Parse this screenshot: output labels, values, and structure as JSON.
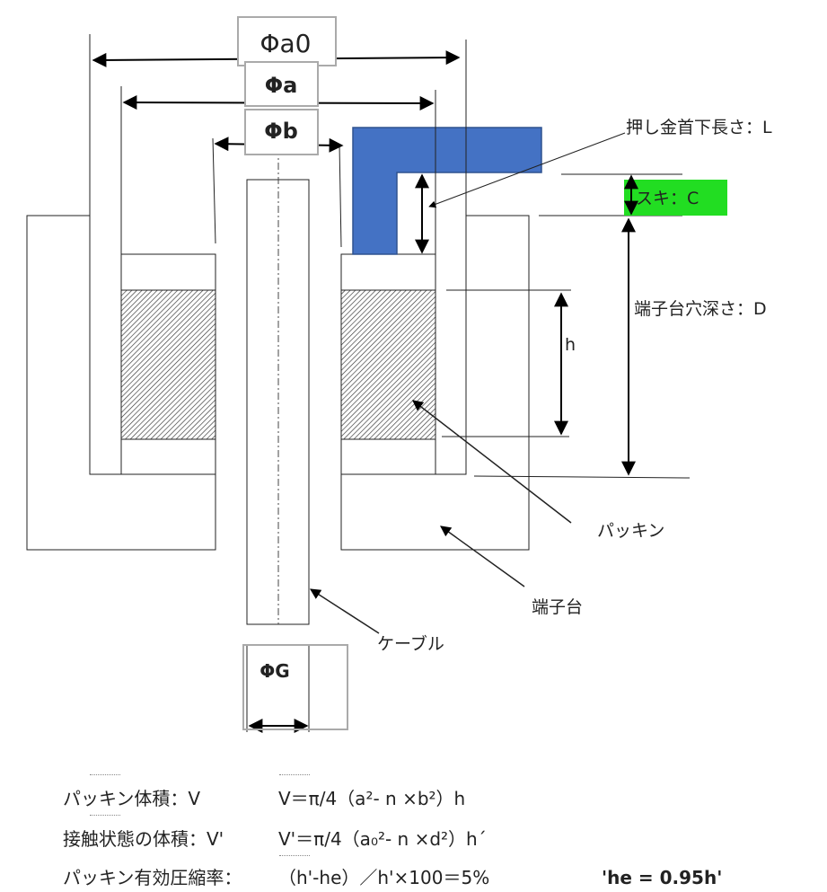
{
  "labels": {
    "phi_a0": "Φa0",
    "phi_a": "Φa",
    "phi_b": "Φb",
    "phi_g": "ΦG",
    "pressing_neck": "押し金首下長さ：L",
    "clearance": "スキ：C",
    "hole_depth": "端子台穴深さ：D",
    "h": "h",
    "packing": "パッキン",
    "terminal_block": "端子台",
    "cable": "ケーブル"
  },
  "formulas": {
    "line1_label": "パッキン体積：V",
    "line1_eq": "V＝π/4（a²- n ×b²）h",
    "line2_label": "接触状態の体積：V'",
    "line2_eq": "V'＝π/4（a₀²- n ×d²）h´",
    "line3_label": "パッキン有効圧縮率：",
    "line3_eq": "（h'-he）／h'×100＝5%",
    "line3_note": "'he = 0.95h'"
  },
  "colors": {
    "pressing_fitting": "#4472c4",
    "clearance_highlight": "#22dd22",
    "outline": "#222222"
  }
}
